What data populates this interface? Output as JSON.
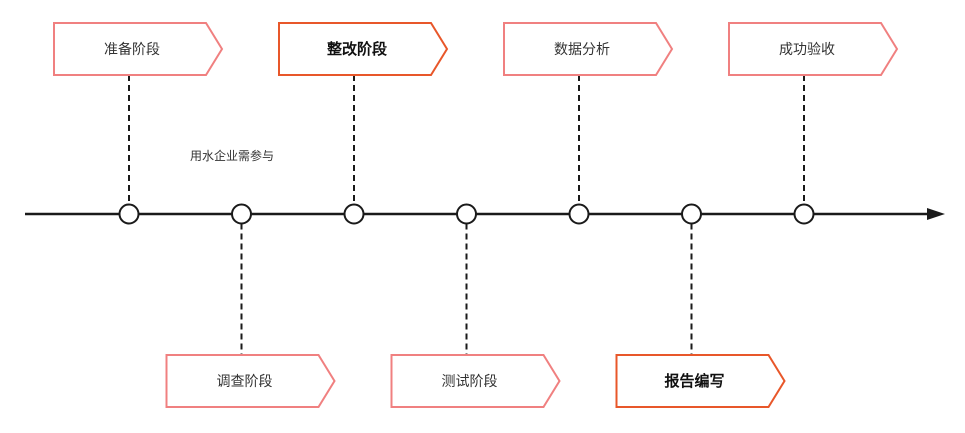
{
  "colors": {
    "stage_border": "#f08080",
    "stage_border_emphasized": "#e8572a",
    "axis": "#1a1a1a",
    "connector": "#1a1a1a",
    "node_fill": "#ffffff"
  },
  "stages": [
    {
      "label": "准备阶段",
      "side": "top",
      "emphasized": false
    },
    {
      "label": "调查阶段",
      "side": "bottom",
      "emphasized": false
    },
    {
      "label": "整改阶段",
      "side": "top",
      "emphasized": true
    },
    {
      "label": "测试阶段",
      "side": "bottom",
      "emphasized": false
    },
    {
      "label": "数据分析",
      "side": "top",
      "emphasized": false
    },
    {
      "label": "报告编写",
      "side": "bottom",
      "emphasized": true
    },
    {
      "label": "成功验收",
      "side": "top",
      "emphasized": false
    }
  ],
  "note": {
    "text": "用水企业需参与"
  }
}
